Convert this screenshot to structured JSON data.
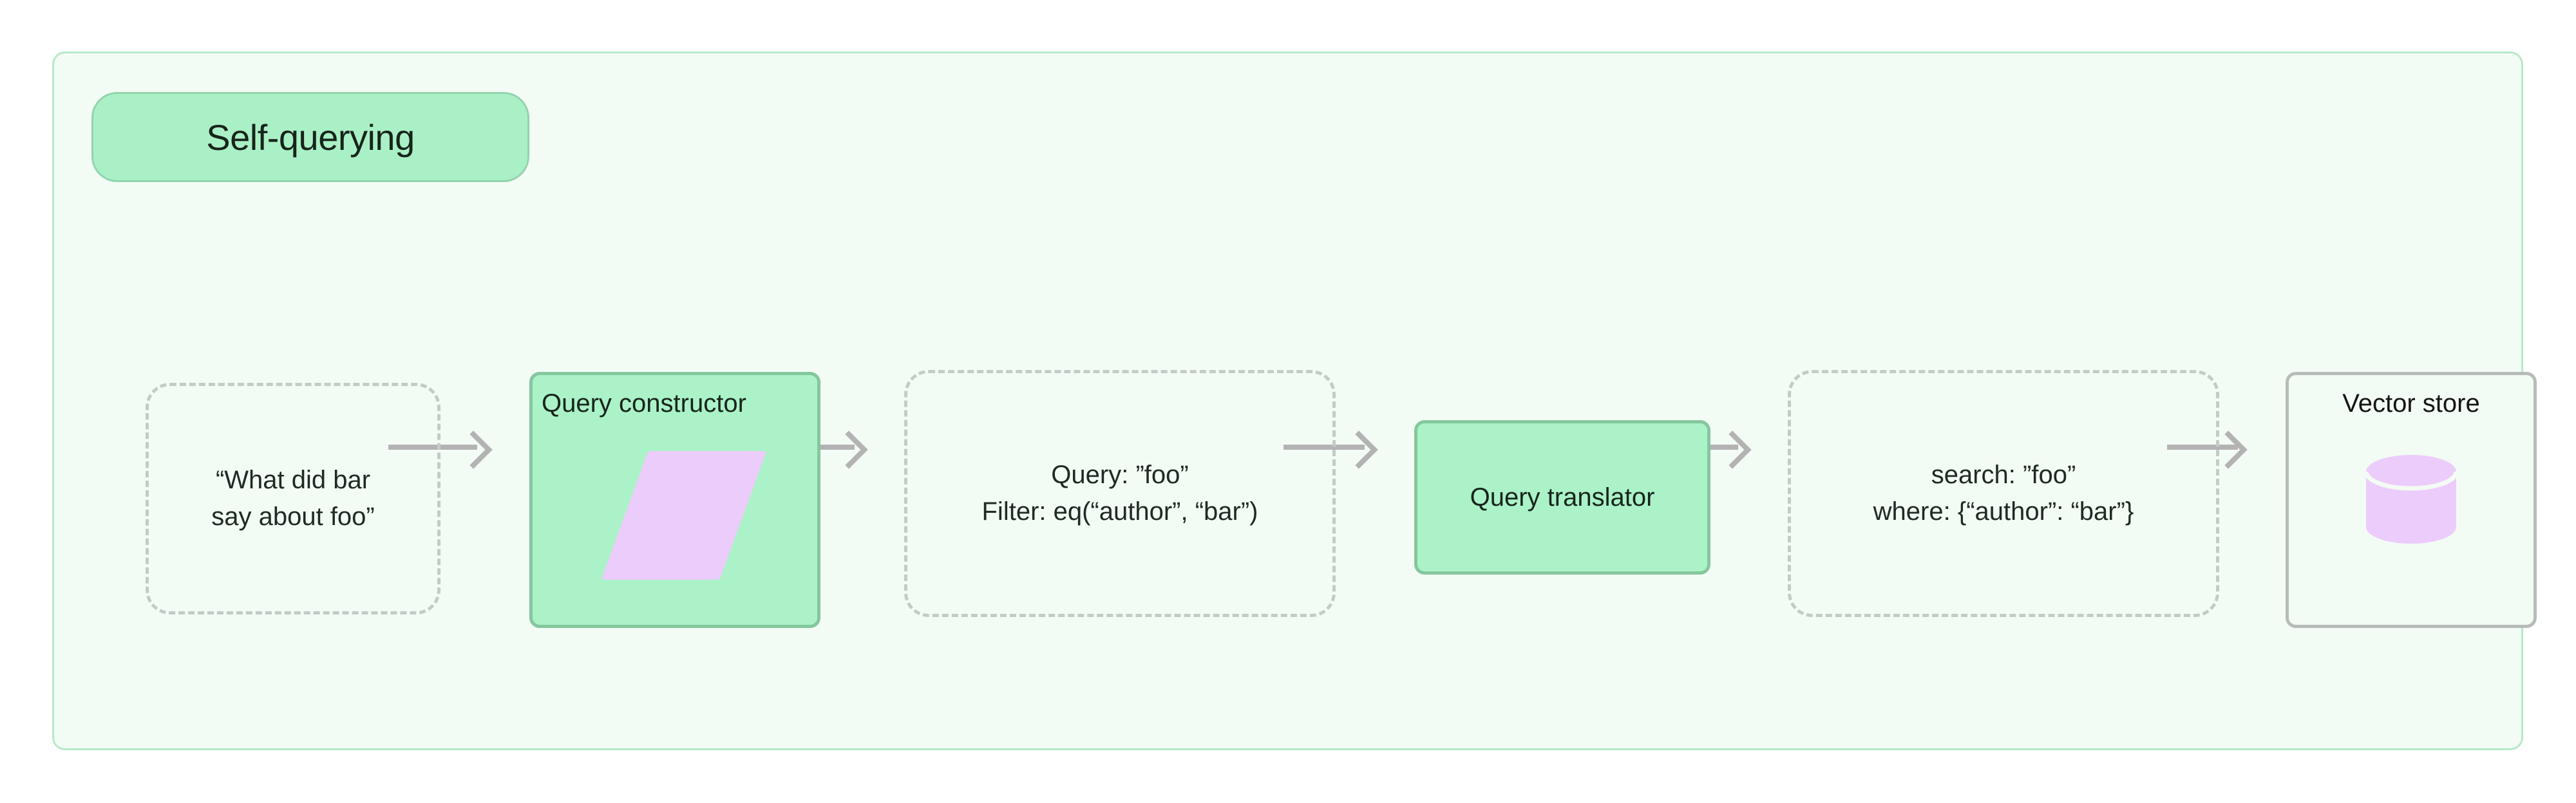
{
  "diagram": {
    "title": "Self-querying",
    "accent_green_fill": "#abf2c8",
    "accent_green_border": "#84c79c",
    "container_fill": "#f3fbf5",
    "container_border": "#b7e9c8",
    "dashed_border": "#c3cbc6",
    "purple": "#ecccfa",
    "edge_color": "#b3b3b3"
  },
  "nodes": {
    "question": {
      "kind": "dashed-data",
      "lines": [
        "“What did bar",
        "say about foo”"
      ]
    },
    "query_constructor": {
      "kind": "process",
      "label": "Query constructor",
      "icon": "parallelogram-icon"
    },
    "query_output": {
      "kind": "dashed-data",
      "lines": [
        "Query: ”foo”",
        "Filter: eq(“author”, “bar”)"
      ]
    },
    "query_translator": {
      "kind": "process",
      "label": "Query translator"
    },
    "search_output": {
      "kind": "dashed-data",
      "lines": [
        "search: ”foo”",
        "where: {“author”: “bar”}"
      ]
    },
    "vector_store": {
      "kind": "store",
      "label": "Vector store",
      "icon": "database-cylinder-icon"
    }
  },
  "edges": [
    {
      "from": "question",
      "to": "query_constructor"
    },
    {
      "from": "query_constructor",
      "to": "query_output"
    },
    {
      "from": "query_output",
      "to": "query_translator"
    },
    {
      "from": "query_translator",
      "to": "search_output"
    },
    {
      "from": "search_output",
      "to": "vector_store"
    }
  ]
}
